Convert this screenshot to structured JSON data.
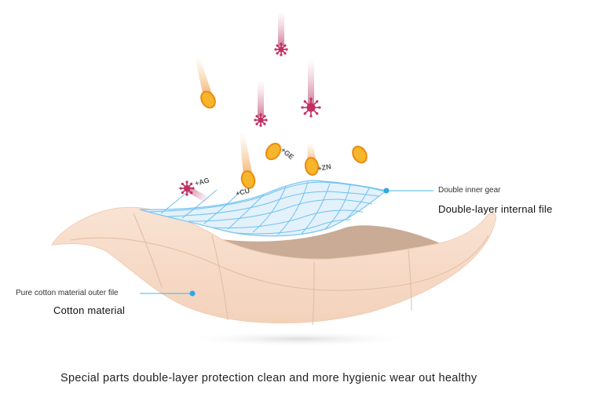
{
  "labels": {
    "inner_small": "Double inner gear",
    "inner_big": "Double-layer internal file",
    "outer_small": "Pure cotton material outer file",
    "outer_big": "Cotton material"
  },
  "chemicals": {
    "ag": "+AG",
    "cu": "+CU",
    "ge": "+GE",
    "zn": "+ZN"
  },
  "caption": "Special parts double-layer protection clean and more hygienic wear out healthy",
  "colors": {
    "cotton": "#f7dcc8",
    "cotton_shadow": "#c9ad98",
    "mesh_fill": "#e3f1fb",
    "mesh_line": "#6fc2ee",
    "callout": "#49b4e8",
    "drop": "#f3ab1e",
    "germ": "#c2305f"
  }
}
